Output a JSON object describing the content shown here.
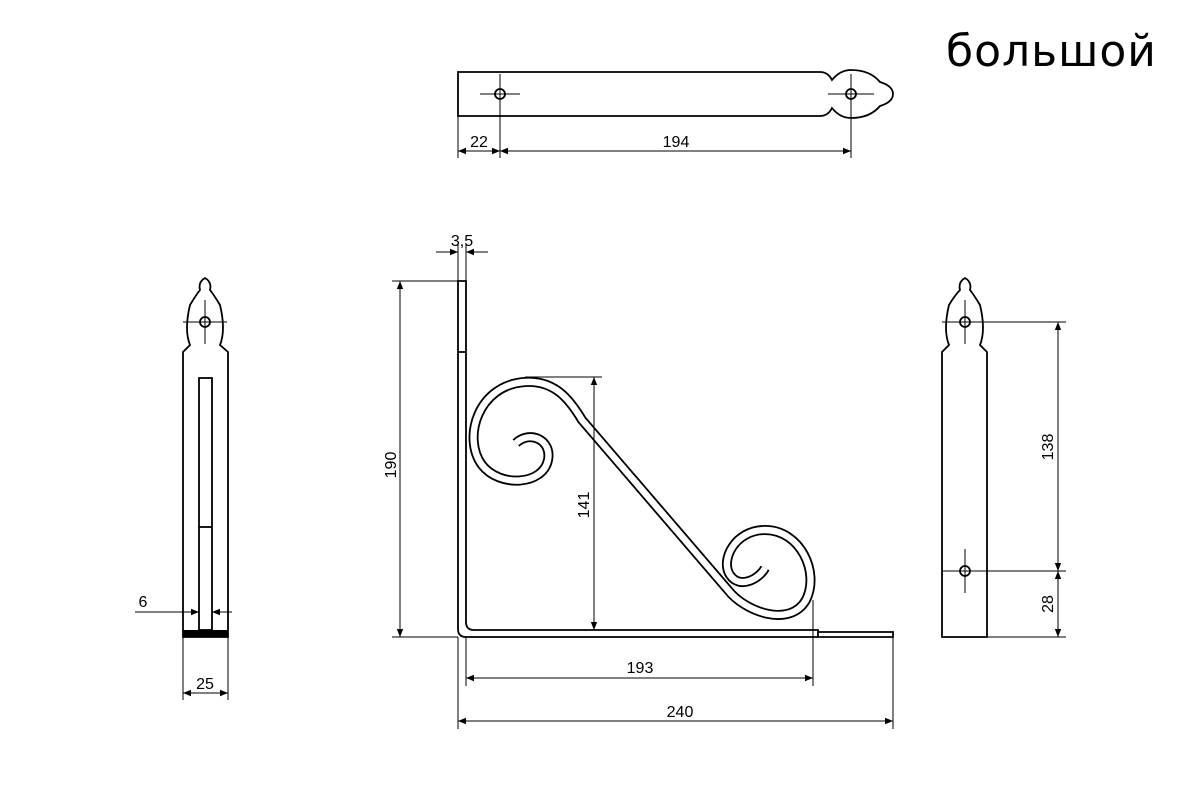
{
  "title": "большой",
  "dimensions": {
    "top_offset": "22",
    "top_hole_spacing": "194",
    "thickness": "3,5",
    "height": "190",
    "scroll_height": "141",
    "scroll_width": "193",
    "length": "240",
    "slot_width": "6",
    "width": "25",
    "hole_spacing": "138",
    "hole_bottom_offset": "28"
  }
}
